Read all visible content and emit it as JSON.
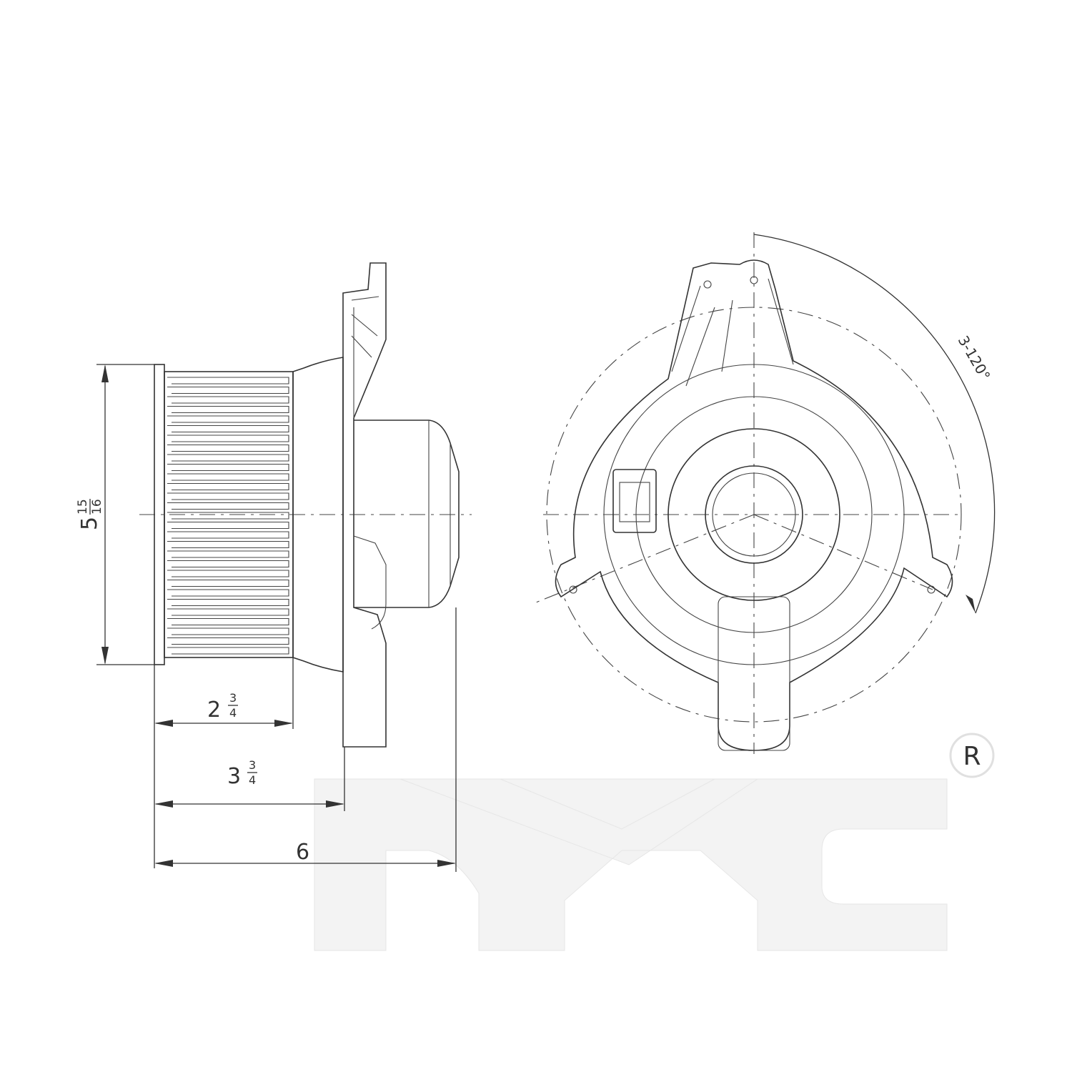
{
  "drawing": {
    "dimensions": {
      "height": {
        "whole": "5",
        "num": "15",
        "den": "16"
      },
      "fan_depth": {
        "whole": "2",
        "num": "3",
        "den": "4"
      },
      "flange_depth": {
        "whole": "3",
        "num": "3",
        "den": "4"
      },
      "overall_depth": {
        "whole": "6"
      }
    },
    "angle_label": "3-120°"
  },
  "watermark": {
    "logo": "TYC",
    "registered_mark": "R",
    "color": "#f3f3f3"
  }
}
